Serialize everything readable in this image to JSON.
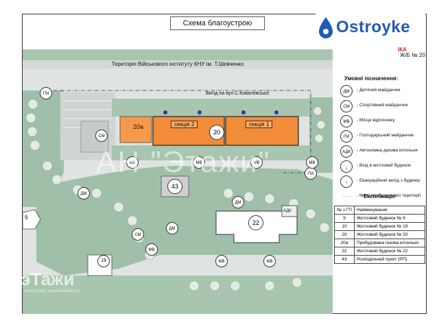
{
  "title": "Схема благоустрою",
  "logo": {
    "brand": "Ostroyke",
    "suffix": "ІКА"
  },
  "doc_number": "Ж/Б № 20",
  "territory_label": "Територія Військового інституту КНУ ім. Т.Шевченко",
  "exit_label": "Виїзд на вул.С.Ковалевської",
  "sections": {
    "s2": "секція 2",
    "s1": "секція 1",
    "b20": "20",
    "b20a": "20а"
  },
  "buildings": {
    "b43": "43",
    "b22": "22",
    "b9": "9",
    "b19": "19",
    "adk": "АДК"
  },
  "map_markers": {
    "gm_top": "ГМ",
    "gm_side": "ГМ",
    "sm_left": "СМ",
    "sm_mid": "СМ",
    "dm_left": "ДМ",
    "dm_mid": "ДМ",
    "dm_right": "ДМ",
    "mv_a": "МВ",
    "mv_b": "МВ",
    "mv_c": "МВ",
    "mv_d": "МВ",
    "mv_e": "МВ",
    "mv_f": "МВ",
    "mv_g": "МВ"
  },
  "legend": {
    "title": "Умовні позначення:",
    "items": [
      {
        "symbol": "ДМ",
        "text": "- Дитячий майданчик"
      },
      {
        "symbol": "СМ",
        "text": "- Спортивний майданчик"
      },
      {
        "symbol": "МВ",
        "text": "- Місця відпочинку"
      },
      {
        "symbol": "ГМ",
        "text": "- Господарський майданчик"
      },
      {
        "symbol": "АДК",
        "text": "- Автономна дахова котельня"
      },
      {
        "symbol": "↓",
        "text": "- Вхід в житловий будинок"
      },
      {
        "symbol": "↑",
        "text": "- Евакуаційний вихід з будинку"
      },
      {
        "symbol": "- · -",
        "text": "- Межі прибудинкової території"
      }
    ]
  },
  "explication": {
    "title": "Експлікація",
    "header": [
      "№ з ГП",
      "Найменування"
    ],
    "rows": [
      [
        "9",
        "Житловий будинок № 9"
      ],
      [
        "10",
        "Житловий будинок № 19"
      ],
      [
        "20",
        "Житловий будинок № 20"
      ],
      [
        "20а",
        "Прибудована газова котельня"
      ],
      [
        "22",
        "Житловий будинок № 22"
      ],
      [
        "43",
        "Розподільчий пункт (РП)"
      ]
    ]
  },
  "watermark": {
    "text": "АН \"Этажи\"",
    "corner": "эТажи",
    "corner_sub": "агентство недвижимости"
  },
  "colors": {
    "lawn": "#9fbfa8",
    "paving": "#dfe3e2",
    "building": "#f59a4a",
    "accent": "#1f5bb8"
  }
}
